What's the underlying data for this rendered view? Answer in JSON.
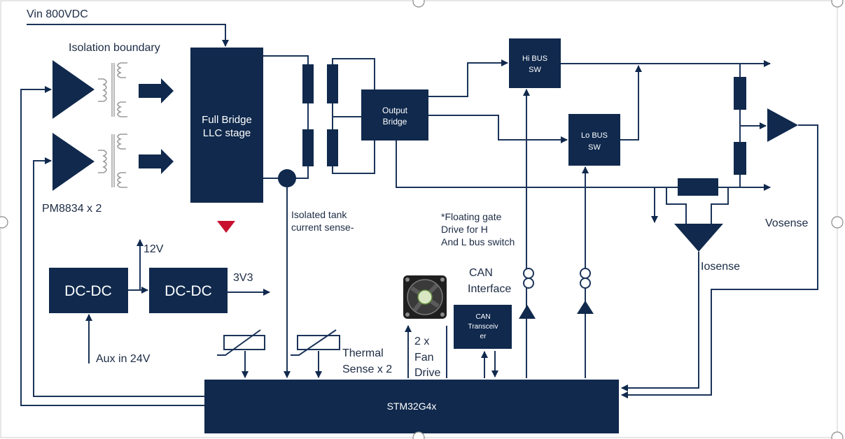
{
  "colors": {
    "block": "#10294d",
    "wire": "#1b3459",
    "accent_red": "#c8102e",
    "transformer": "#9a9a9a",
    "background": "#ffffff"
  },
  "labels": {
    "vin": "Vin 800VDC",
    "isolation_boundary": "Isolation boundary",
    "pm8834": "PM8834 x 2",
    "isolated_tank": [
      "Isolated tank",
      "current sense-"
    ],
    "floating_gate": [
      "*Floating gate",
      "Drive for H",
      "And L bus switch"
    ],
    "can_interface": [
      "CAN",
      "Interface"
    ],
    "vosense": "Vosense",
    "iosense": "Iosense",
    "v12": "12V",
    "v3v3": "3V3",
    "aux_in": "Aux in 24V",
    "thermal_sense": [
      "Thermal",
      "Sense x 2"
    ],
    "fan_drive": [
      "2 x",
      "Fan",
      "Drive"
    ]
  },
  "blocks": {
    "full_bridge": [
      "Full Bridge",
      "LLC stage"
    ],
    "output_bridge": [
      "Output",
      "Bridge"
    ],
    "hi_bus_sw": [
      "Hi BUS",
      "SW"
    ],
    "lo_bus_sw": [
      "Lo BUS",
      "SW"
    ],
    "can_transceiver": [
      "CAN",
      "Transceiv",
      "er"
    ],
    "dcdc_1": "DC-DC",
    "dcdc_2": "DC-DC",
    "mcu": "STM32G4x"
  },
  "icons": [
    "amplifier-triangle-icon",
    "transformer-icon",
    "block-arrow-icon",
    "ground-triangle-icon",
    "capacitor-icon",
    "resistor-icon",
    "isolator-icon",
    "thermistor-icon",
    "fan-icon",
    "resize-handle-icon"
  ]
}
